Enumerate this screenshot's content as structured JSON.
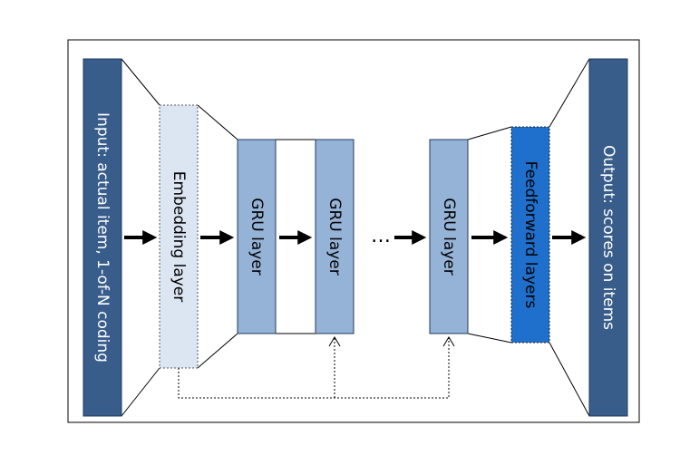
{
  "layers": {
    "input": "Input: actual item, 1-of-N coding",
    "embedding": "Embedding layer",
    "gru1": "GRU layer",
    "gru2": "GRU layer",
    "gru3": "GRU layer",
    "feedforward": "Feedforward layers",
    "output": "Output: scores on items"
  },
  "ellipsis": "…",
  "colors": {
    "dark_layer": "#385d8a",
    "gru_layer": "#95b3d7",
    "feedforward_layer": "#1f6fcc",
    "embedding_layer": "#dce6f2",
    "arrow": "#000000"
  }
}
